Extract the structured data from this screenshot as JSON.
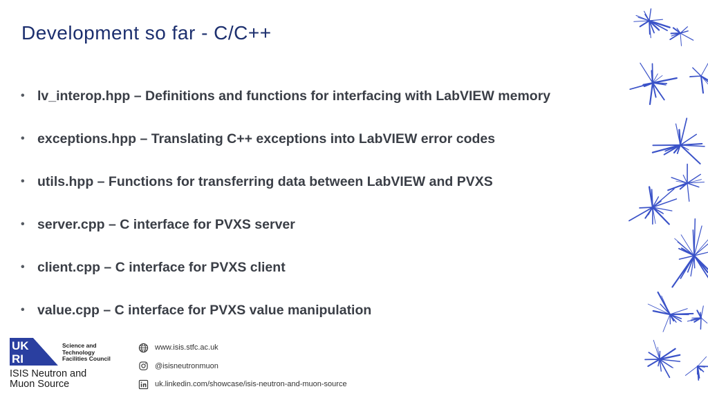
{
  "slide": {
    "title": "Development so far - C/C++",
    "bullets": [
      "lv_interop.hpp – Definitions and functions for interfacing with LabVIEW memory",
      "exceptions.hpp – Translating C++ exceptions into LabVIEW error codes",
      "utils.hpp – Functions for transferring data between LabVIEW and PVXS",
      "server.cpp – C interface for PVXS server",
      "client.cpp – C interface for PVXS client",
      "value.cpp – C interface for PVXS value manipulation"
    ],
    "bullet_symbol": "•"
  },
  "footer": {
    "logo_text": "UKRI",
    "council": [
      "Science and",
      "Technology",
      "Facilities Council"
    ],
    "isis_name": [
      "ISIS Neutron and",
      "Muon Source"
    ],
    "contacts": [
      {
        "icon": "globe-icon",
        "text": "www.isis.stfc.ac.uk"
      },
      {
        "icon": "instagram-icon",
        "text": "@isisneutronmuon"
      },
      {
        "icon": "linkedin-icon",
        "text": "uk.linkedin.com/showcase/isis-neutron-and-muon-source"
      }
    ]
  },
  "colors": {
    "title": "#1c2f6e",
    "body_text": "#3a3e46",
    "ukri_blue": "#2a3fa0",
    "deco_blue": "#3a52c8"
  }
}
